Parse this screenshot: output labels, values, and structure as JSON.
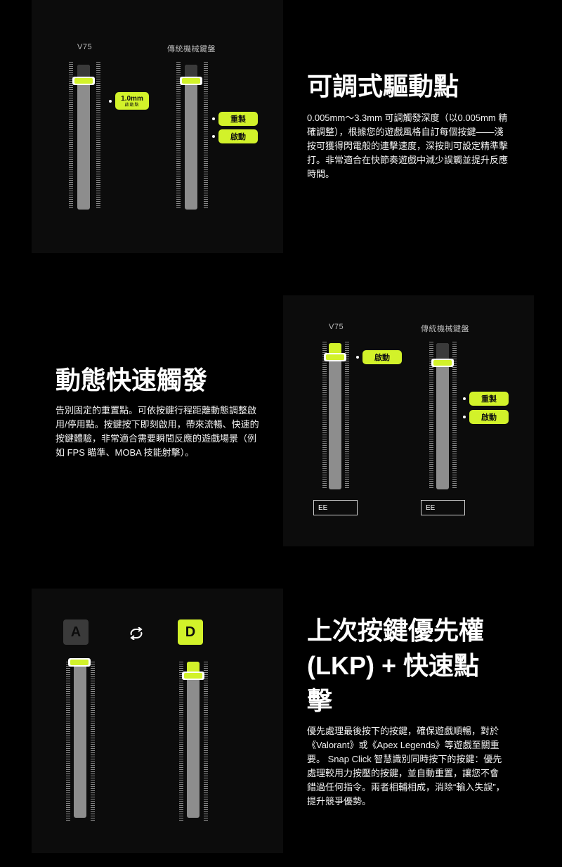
{
  "section1": {
    "left_caption": "V75",
    "right_caption": "傳統機械鍵盤",
    "tag_value": "1.0mm",
    "tag_sub": "啟動點",
    "reset_label": "重製",
    "actuate_label": "啟動",
    "title": "可調式驅動點",
    "description": "0.005mm～3.3mm 可調觸發深度（以0.005mm 精確調整），根據您的遊戲風格自訂每個按鍵——淺按可獲得閃電般的連擊速度，深按則可設定精準擊打。非常適合在快節奏遊戲中減少誤觸並提升反應時間。"
  },
  "section2": {
    "title": "動態快速觸發",
    "description": "告別固定的重置點。可依按鍵行程距離動態調整啟用/停用點。按鍵按下即刻啟用，帶來流暢、快速的按鍵體驗，非常適合需要瞬間反應的遊戲場景（例如 FPS 瞄準、MOBA 技能射擊）。",
    "left_caption": "V75",
    "right_caption": "傳統機械鍵盤",
    "actuate_label": "啟動",
    "reset_label": "重製",
    "left_box": "EE",
    "right_box": "EE"
  },
  "section3": {
    "key_a": "A",
    "key_d": "D",
    "swap_icon": "swap-cycle-icon",
    "title_line1": "上次按鍵優先權",
    "title_line2": "(LKP) + 快速點",
    "title_line3": "擊",
    "description": "優先處理最後按下的按鍵，確保遊戲順暢，對於《Valorant》或《Apex Legends》等遊戲至關重要。 Snap Click 智慧識別同時按下的按鍵：優先處理較用力按壓的按鍵，並自動重置，讓您不會錯過任何指令。兩者相輔相成，消除“輸入失誤”，提升競爭優勢。"
  },
  "colors": {
    "accent": "#d2f22a",
    "background": "#000000",
    "panel": "#0c0c0c"
  }
}
